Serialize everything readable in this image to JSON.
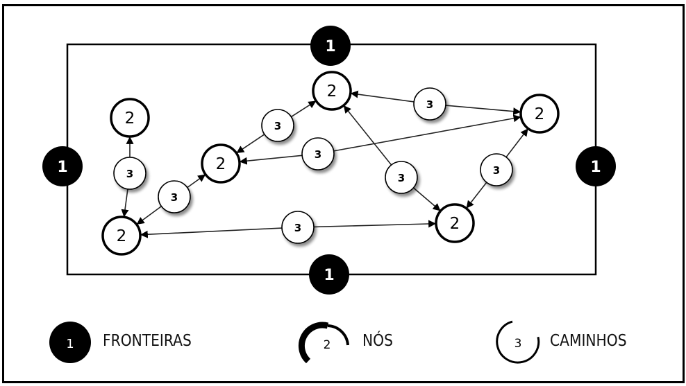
{
  "diagram": {
    "type": "network-map",
    "boundary_nodes": [
      {
        "id": "B-top",
        "label": "1"
      },
      {
        "id": "B-left",
        "label": "1"
      },
      {
        "id": "B-right",
        "label": "1"
      },
      {
        "id": "B-bottom",
        "label": "1"
      }
    ],
    "nodes": [
      {
        "id": "N-A",
        "label": "2"
      },
      {
        "id": "N-B",
        "label": "2"
      },
      {
        "id": "N-C",
        "label": "2"
      },
      {
        "id": "N-D",
        "label": "2"
      },
      {
        "id": "N-E",
        "label": "2"
      },
      {
        "id": "N-F",
        "label": "2"
      }
    ],
    "paths": [
      {
        "id": "P1",
        "label": "3",
        "from": "N-B",
        "to": "N-A",
        "bidirectional": true
      },
      {
        "id": "P2",
        "label": "3",
        "from": "N-B",
        "to": "N-C",
        "bidirectional": true
      },
      {
        "id": "P3",
        "label": "3",
        "from": "N-C",
        "to": "N-D",
        "bidirectional": true
      },
      {
        "id": "P4",
        "label": "3",
        "from": "N-C",
        "to": "N-E",
        "bidirectional": true
      },
      {
        "id": "P5",
        "label": "3",
        "from": "N-D",
        "to": "N-E",
        "bidirectional": true
      },
      {
        "id": "P6",
        "label": "3",
        "from": "N-D",
        "to": "N-F",
        "bidirectional": true
      },
      {
        "id": "P7",
        "label": "3",
        "from": "N-F",
        "to": "N-E",
        "bidirectional": true
      },
      {
        "id": "P8",
        "label": "3",
        "from": "N-B",
        "to": "N-F",
        "bidirectional": true
      }
    ]
  },
  "legend": {
    "items": [
      {
        "symbol": "1",
        "label": "FRONTEIRAS",
        "kind": "boundary"
      },
      {
        "symbol": "2",
        "label": "NÓS",
        "kind": "node"
      },
      {
        "symbol": "3",
        "label": "CAMINHOS",
        "kind": "path"
      }
    ]
  },
  "colors": {
    "boundary_fill": "#000000",
    "boundary_text": "#ffffff",
    "node_stroke": "#000000",
    "path_stroke": "#222222",
    "shadow": "#9a9a9a"
  }
}
